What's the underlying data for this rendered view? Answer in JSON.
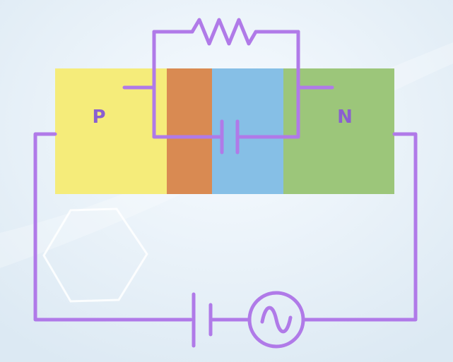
{
  "diagram": {
    "labels": {
      "p_region": "P",
      "n_region": "N"
    },
    "colors": {
      "background": "#e8f1f8",
      "p_region": "#f5ec7a",
      "depletion_p_side": "#d98a52",
      "depletion_n_side": "#86bfe6",
      "n_region": "#9cc67a",
      "wire": "#b07ae8",
      "label_text": "#8a5fd0",
      "hexagon_outline": "#ffffff"
    },
    "components": {
      "resistor": "resistor-symbol",
      "capacitor": "capacitor-symbol",
      "battery": "battery-symbol",
      "ac_source": "ac-source-symbol"
    }
  }
}
